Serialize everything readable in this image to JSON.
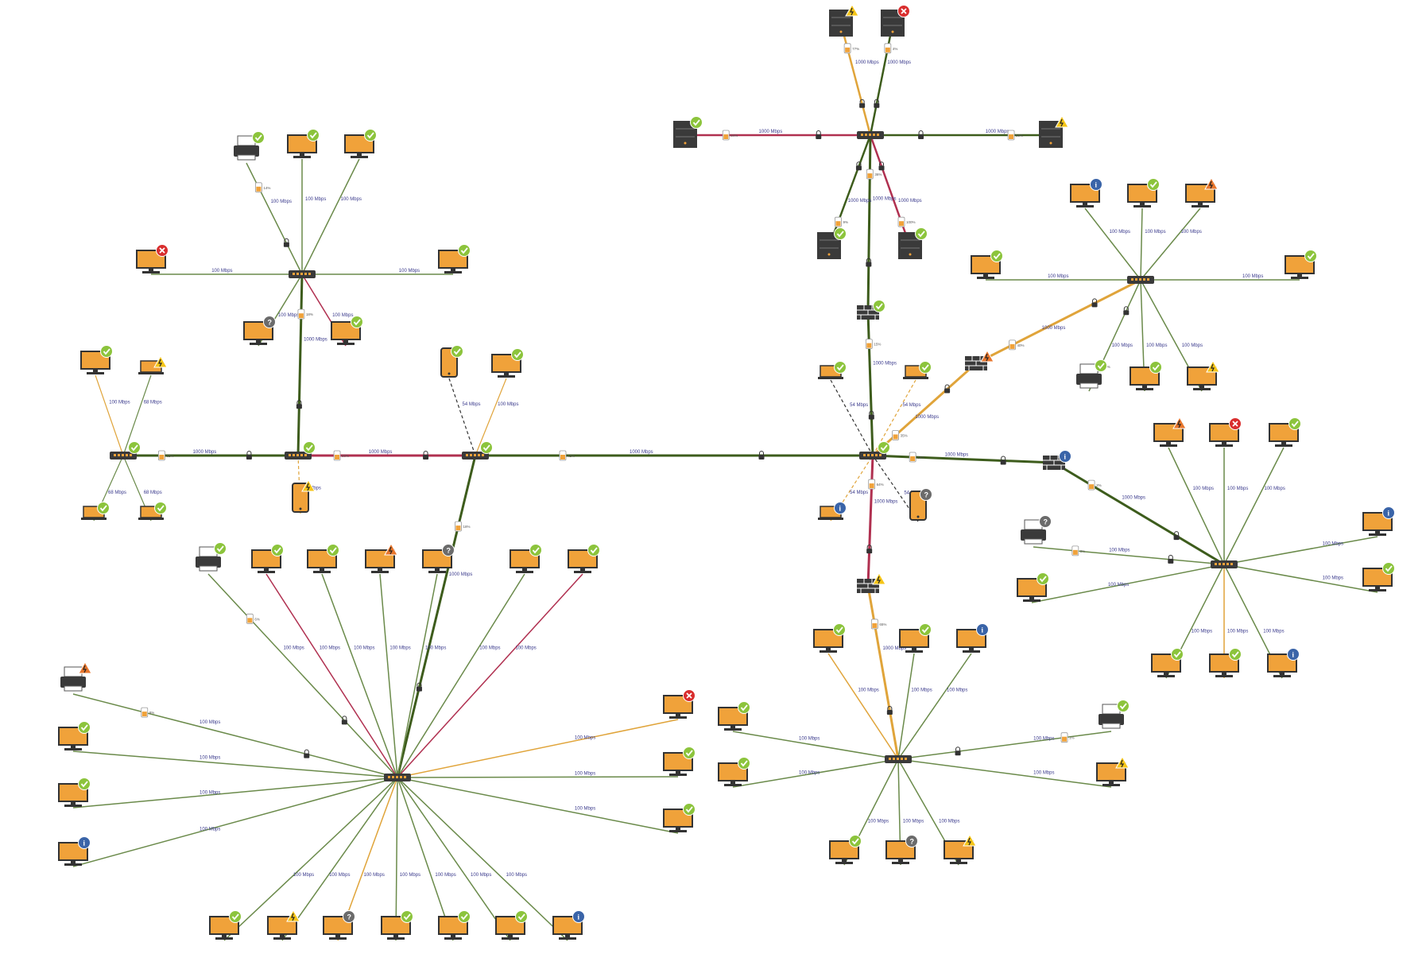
{
  "colors": {
    "green": "#3d5c1c",
    "green_light": "#6a8a4a",
    "red": "#b03050",
    "orange": "#e0a43a",
    "device_fill": "#f0a23a",
    "device_dark": "#3a3a3a",
    "status_ok": "#8cc43c",
    "status_error": "#d92e2e",
    "status_warning": "#f5c518",
    "status_alert": "#e8762c",
    "status_unknown": "#6b6b6b",
    "status_info": "#3a64a8",
    "label_text": "#3a3a8c"
  },
  "diagram": {
    "link_labels": {
      "l1000": "1000 Mbps",
      "l100": "100 Mbps",
      "l54": "54 Mbps",
      "l68": "68 Mbps"
    },
    "utilizations": [
      "77%",
      "4%",
      "84%",
      "59%",
      "9%",
      "36%",
      "100%",
      "14%",
      "18%",
      "15%",
      "40%",
      "3%",
      "32%",
      "60%",
      "42%",
      "35%",
      "16%",
      "2%",
      "64%",
      "65%",
      "0%",
      "8%",
      "6%",
      "1%"
    ]
  }
}
